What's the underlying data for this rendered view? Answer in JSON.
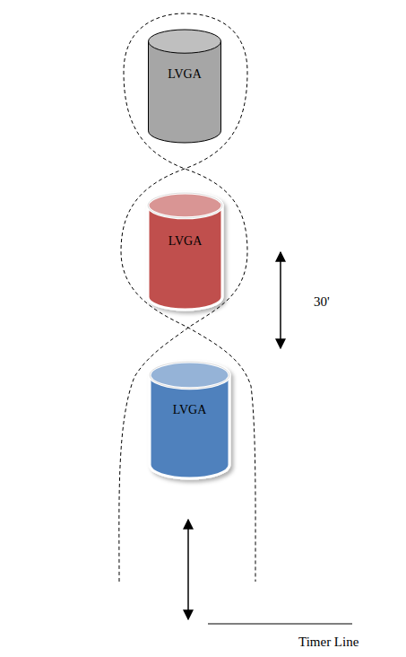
{
  "diagram": {
    "nodes": [
      {
        "text": [
          "LVGA"
        ]
      },
      {
        "text": [
          "LVGA"
        ]
      },
      {
        "text": [
          "LVGA"
        ]
      }
    ],
    "labels": [
      "30'",
      "Timer Line"
    ]
  }
}
